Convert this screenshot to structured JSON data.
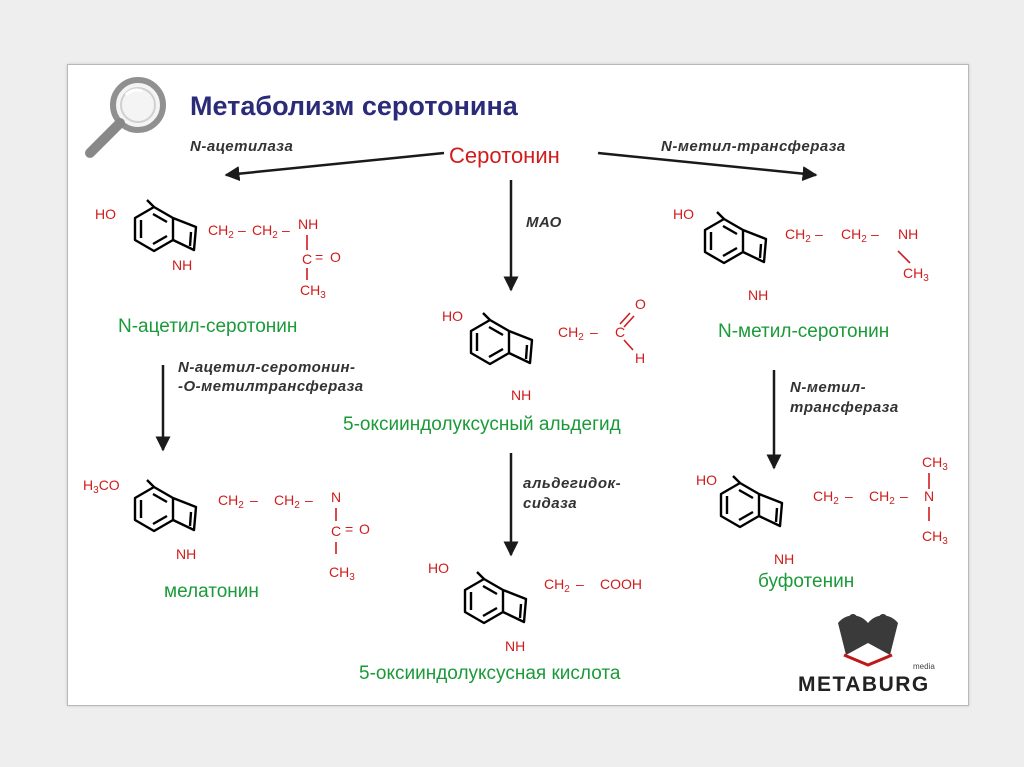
{
  "title": "Метаболизм серотонина",
  "center": "Серотонин",
  "enzymes": {
    "left": "N-ацетилаза",
    "right": "N-метил-трансфераза",
    "mao": "МАО",
    "acetyl_line1": "N-ацетил-серотонин-",
    "acetyl_line2": "-О-метилтрансфераза",
    "aldehyde_line1": "альдегидок-",
    "aldehyde_line2": "сидаза",
    "methyl_line1": "N-метил-",
    "methyl_line2": "трансфераза"
  },
  "compounds": {
    "n_acetyl": "N-ацетил-серотонин",
    "aldehyde": "5-оксииндолуксусный альдегид",
    "n_methyl": "N-метил-серотонин",
    "melatonin": "мелатонин",
    "acid": "5-оксииндолуксусная кислота",
    "bufotenin": "буфотенин"
  },
  "labels": {
    "ho": "HO",
    "h3co": "H3CO",
    "nh": "NH",
    "n": "N",
    "c": "C",
    "o": "O",
    "h": "H",
    "ch2": "CH2",
    "ch3": "CH3",
    "cooh": "COOH",
    "dash": "–",
    "dbl": "="
  },
  "logo": {
    "brand": "METABURG",
    "sub": "media"
  },
  "colors": {
    "title": "#2b2b7a",
    "red": "#d01c1c",
    "green": "#1a9a38"
  }
}
